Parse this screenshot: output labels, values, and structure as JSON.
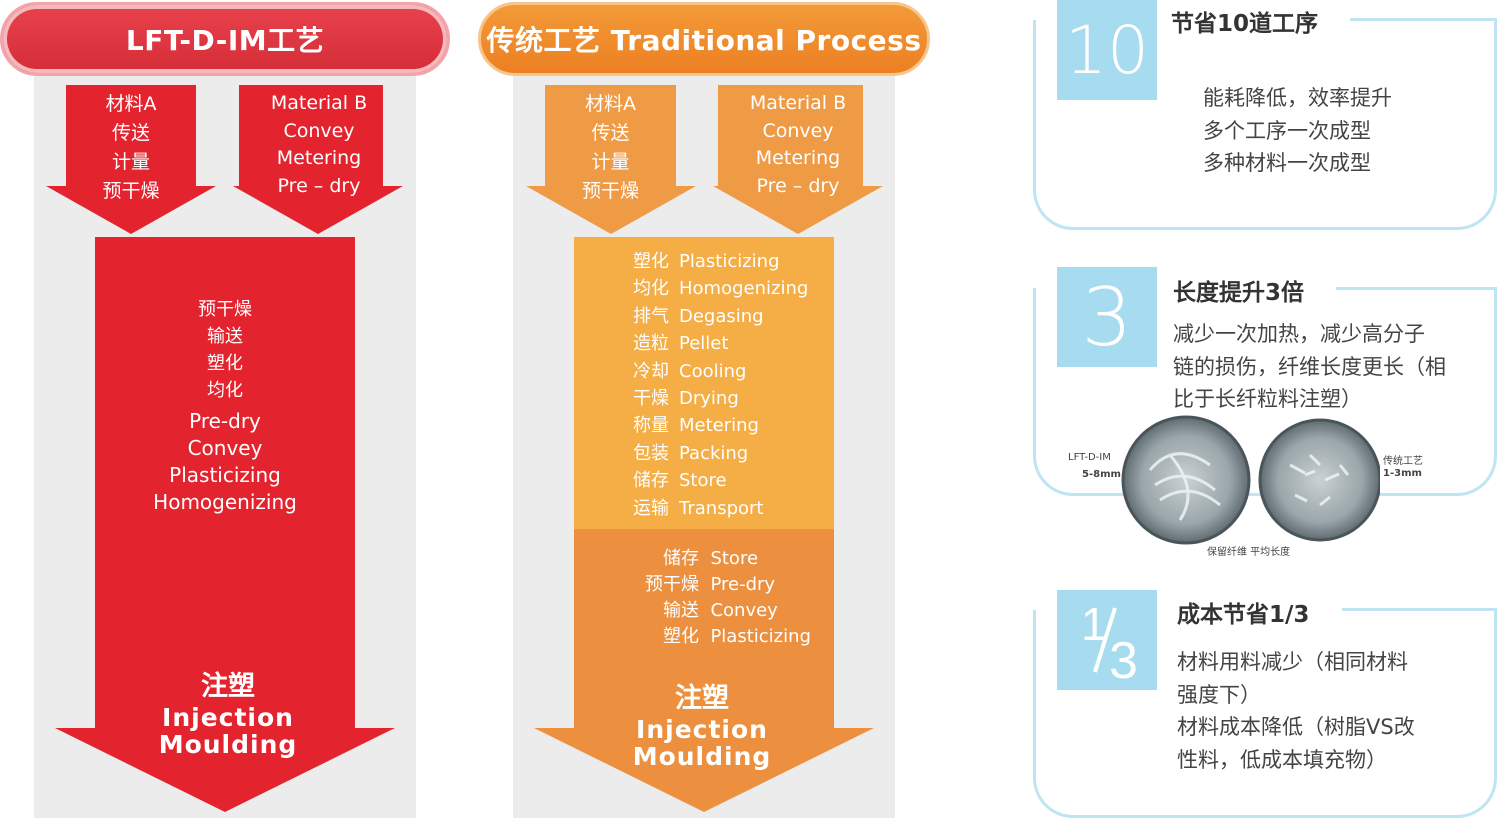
{
  "left_panel": {
    "header": "LFT-D-IM工艺",
    "arrow_a": [
      "材料A",
      "传送",
      "计量",
      "预干燥"
    ],
    "arrow_b": [
      "Material  B",
      "Convey",
      "Metering",
      "Pre – dry"
    ],
    "main_zh": [
      "预干燥",
      "输送",
      "塑化",
      "均化"
    ],
    "main_en": [
      "Pre-dry",
      "Convey",
      "Plasticizing",
      "Homogenizing"
    ],
    "result_zh": "注塑",
    "result_en": [
      "Injection",
      "Moulding"
    ],
    "colors": {
      "arrow": "#e3232e",
      "header": "#d42d38"
    }
  },
  "right_panel": {
    "header": "传统工艺 Traditional Process",
    "arrow_a": [
      "材料A",
      "传送",
      "计量",
      "预干燥"
    ],
    "arrow_b": [
      "Material  B",
      "Convey",
      "Metering",
      "Pre – dry"
    ],
    "upper_list": [
      {
        "zh": "塑化",
        "en": "Plasticizing"
      },
      {
        "zh": "均化",
        "en": "Homogenizing"
      },
      {
        "zh": "排气",
        "en": "Degasing"
      },
      {
        "zh": "造粒",
        "en": "Pellet"
      },
      {
        "zh": "冷却",
        "en": "Cooling"
      },
      {
        "zh": "干燥",
        "en": "Drying"
      },
      {
        "zh": "称量",
        "en": "Metering"
      },
      {
        "zh": "包装",
        "en": "Packing"
      },
      {
        "zh": "储存",
        "en": "Store"
      },
      {
        "zh": "运输",
        "en": "Transport"
      }
    ],
    "lower_list": [
      {
        "zh": "储存",
        "en": "Store"
      },
      {
        "zh": "预干燥",
        "en": "Pre-dry"
      },
      {
        "zh": "输送",
        "en": "Convey"
      },
      {
        "zh": "塑化",
        "en": "Plasticizing"
      }
    ],
    "result_zh": "注塑",
    "result_en": [
      "Injection",
      "Moulding"
    ],
    "colors": {
      "small_arrow": "#ef9a45",
      "upper": "#f5ad45",
      "lower": "#ec9040"
    }
  },
  "benefits": [
    {
      "badge": "10",
      "title": "节省10道工序",
      "lines": [
        "能耗降低，效率提升",
        "多个工序一次成型",
        "多种材料一次成型"
      ]
    },
    {
      "badge": "3",
      "title": "长度提升3倍",
      "lines": [
        "减少一次加热，减少高分子",
        "链的损伤，纤维长度更长（相",
        "比于长纤粒料注塑）"
      ],
      "image_left_label": "LFT-D-IM",
      "image_left_value": "5-8mm",
      "image_right_label": "传统工艺",
      "image_right_value": "1-3mm",
      "image_caption": "保留纤维 平均长度"
    },
    {
      "badge_num": "1",
      "badge_den": "3",
      "title": "成本节省1/3",
      "lines": [
        "材料用料减少（相同材料",
        "强度下）",
        "材料成本降低（树脂VS改",
        "性料，低成本填充物）"
      ]
    }
  ],
  "colors": {
    "badge": "#a7dbf0",
    "card_border": "#bfe5f2"
  }
}
